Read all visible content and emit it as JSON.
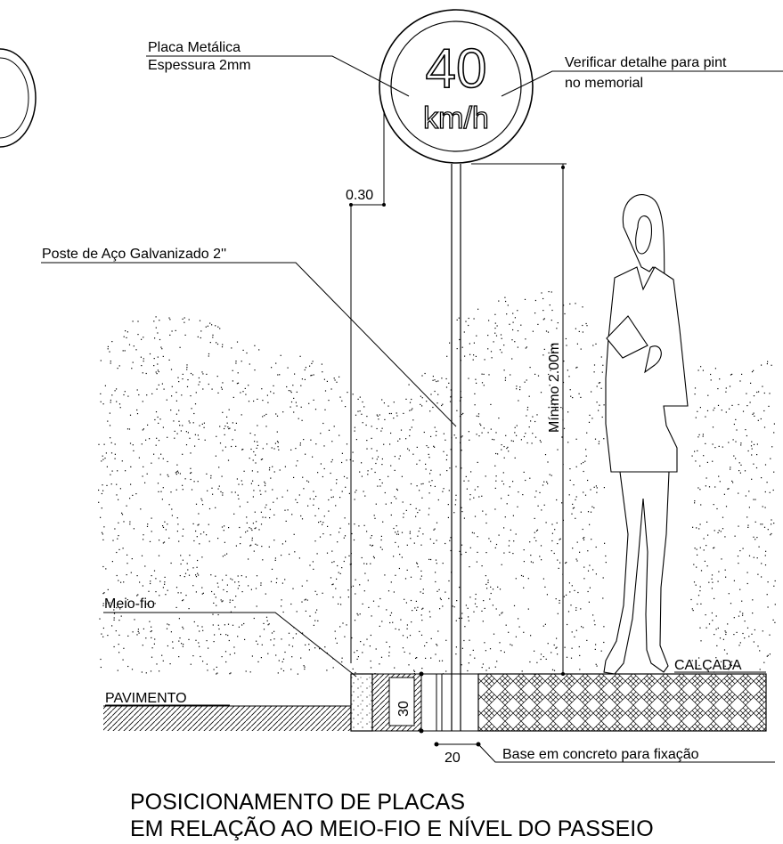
{
  "sign": {
    "speed_value": "40",
    "speed_unit": "km/h"
  },
  "labels": {
    "plate_line1": "Placa Metálica",
    "plate_line2": "Espessura 2mm",
    "paint_line1": "Verificar detalhe para pint",
    "paint_line2": "no memorial",
    "offset_dim": "0.30",
    "pole": "Poste de Aço Galvanizado 2''",
    "min_height": "Mínimo 2.00m",
    "curb": "Meio-fio",
    "pavement": "PAVIMENTO",
    "sidewalk": "CALÇADA",
    "depth_dim": "30",
    "width_dim": "20",
    "base": "Base em concreto para fixação"
  },
  "title": {
    "line1": "POSICIONAMENTO DE PLACAS",
    "line2": "EM RELAÇÃO AO MEIO-FIO E NÍVEL DO PASSEIO"
  }
}
